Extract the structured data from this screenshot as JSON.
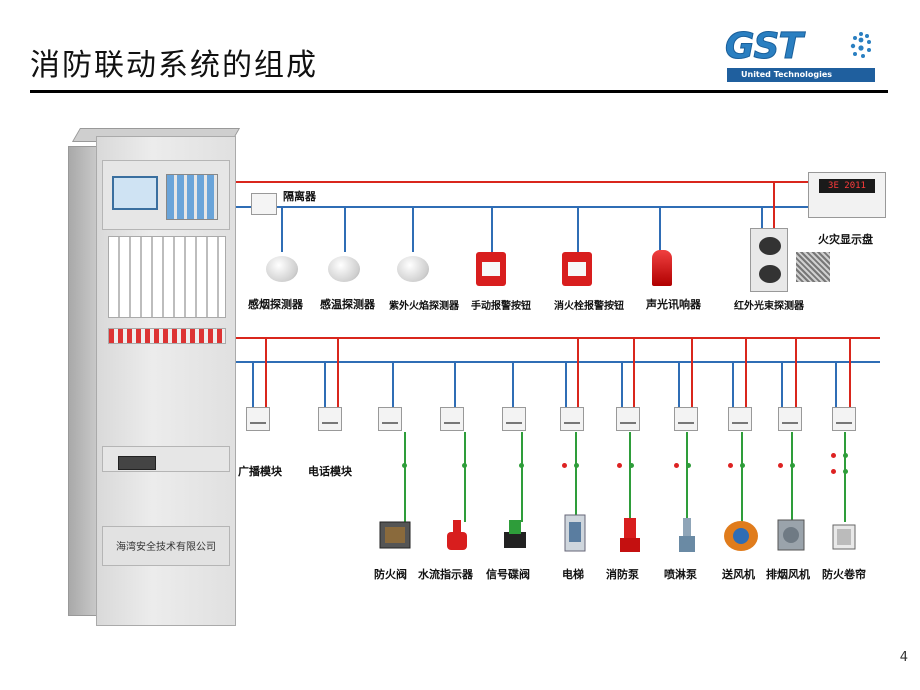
{
  "title": "消防联动系统的组成",
  "logo": {
    "text": "GST",
    "subtitle": "United Technologies"
  },
  "page_number": "4",
  "cabinet": {
    "label": "海湾安全技术有限公司"
  },
  "isolator_label": "隔离器",
  "annunciator": {
    "label": "火灾显示盘",
    "readout": "3E 2011"
  },
  "detectors": [
    {
      "label": "感烟探测器"
    },
    {
      "label": "感温探测器"
    },
    {
      "label": "紫外火焰探测器"
    },
    {
      "label": "手动报警按钮"
    },
    {
      "label": "消火栓报警按钮"
    },
    {
      "label": "声光讯响器"
    },
    {
      "label": "红外光束探测器"
    }
  ],
  "modules_left": [
    {
      "label": "广播模块"
    },
    {
      "label": "电话模块"
    }
  ],
  "equipment": [
    {
      "label": "防火阀"
    },
    {
      "label": "水流指示器"
    },
    {
      "label": "信号碟阀"
    },
    {
      "label": "电梯"
    },
    {
      "label": "消防泵"
    },
    {
      "label": "喷淋泵"
    },
    {
      "label": "送风机"
    },
    {
      "label": "排烟风机"
    },
    {
      "label": "防火卷帘"
    }
  ],
  "colors": {
    "bus_red": "#d9261c",
    "bus_blue": "#2f6db5",
    "link_green": "#2e9d3a",
    "logo_blue": "#2a7fc1"
  }
}
